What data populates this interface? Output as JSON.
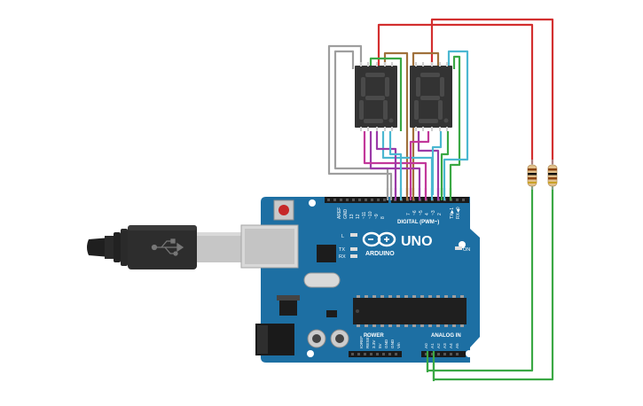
{
  "board": {
    "logo": "ARDUINO",
    "model": "UNO",
    "digital_header_label": "DIGITAL (PWM~)",
    "power_label": "POWER",
    "analog_label": "ANALOG IN",
    "on_label": "ON",
    "digital_pins": [
      "AREF",
      "GND",
      "13",
      "12",
      "~11",
      "~10",
      "~9",
      "8",
      "7",
      "~6",
      "~5",
      "4",
      "~3",
      "2",
      "TX▶1",
      "RX◀0"
    ],
    "power_pins": [
      "IOREF",
      "RESET",
      "3.3V",
      "5V",
      "GND",
      "GND",
      "Vin"
    ],
    "analog_pins": [
      "A0",
      "A1",
      "A2",
      "A3",
      "A4",
      "A5"
    ],
    "led_labels": [
      "L",
      "TX",
      "RX"
    ]
  },
  "displays": [
    {
      "glyph": "8."
    },
    {
      "glyph": "8."
    }
  ],
  "colors": {
    "board_blue": "#1d6fa3",
    "wire_red": "#d32f2f",
    "wire_green": "#3aa844",
    "wire_brown": "#a0713c",
    "wire_purple": "#9b3aa8",
    "wire_magenta": "#c2389a",
    "wire_cyan": "#4bb7d1",
    "wire_gray": "#9e9e9e",
    "display_body": "#333333"
  },
  "icons": {
    "usb_plug": "usb-cable-icon",
    "usb_symbol": "usb-symbol-icon",
    "arduino_logo": "arduino-infinity-icon"
  }
}
